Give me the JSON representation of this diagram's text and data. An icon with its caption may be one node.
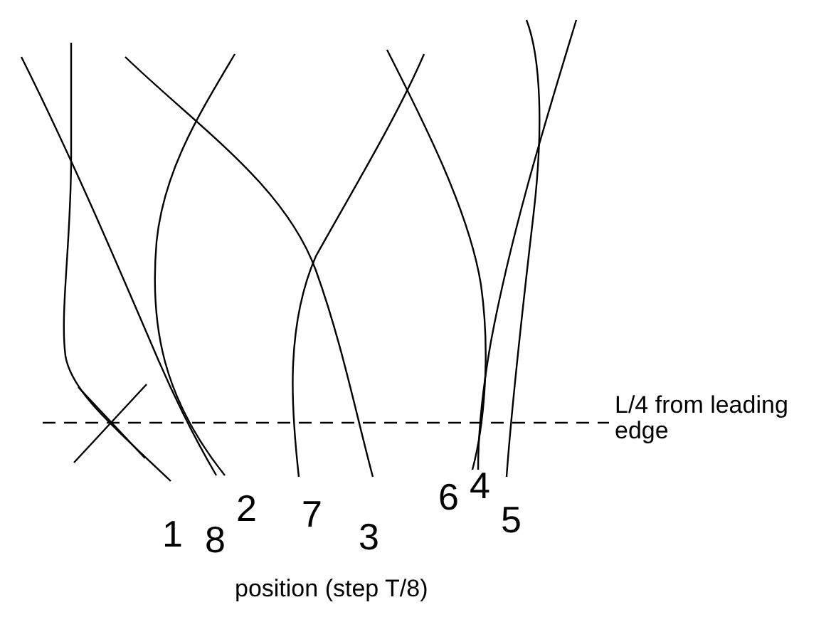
{
  "diagram": {
    "caption": "position (step T/8)",
    "labels": [
      "L/4 from leading edge",
      "1",
      "8",
      "2",
      "7",
      "3",
      "6",
      "4",
      "5"
    ]
  }
}
